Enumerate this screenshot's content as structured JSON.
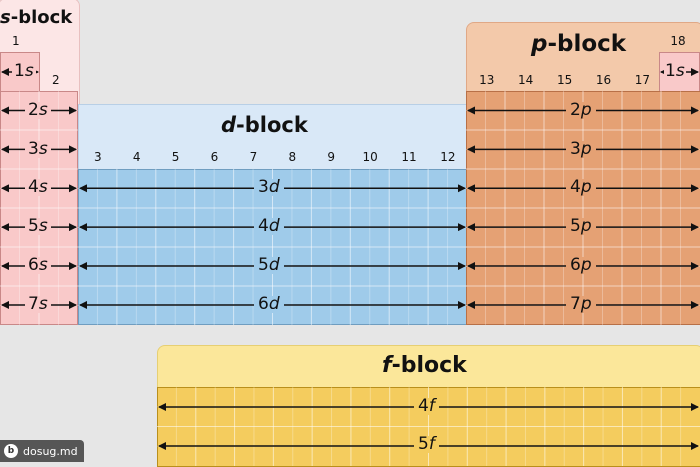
{
  "colors": {
    "s_fill": "#f9c9c9",
    "s_border": "#c98888",
    "s_header": "#fce6e6",
    "d_fill": "#9fcbea",
    "d_border": "#6f9dc0",
    "d_header": "#d9e8f7",
    "p_fill": "#e5a174",
    "p_border": "#b87047",
    "p_header": "#f3c9aa",
    "f_fill": "#f4cc5e",
    "f_border": "#b98f1b",
    "f_header": "#fbe79a"
  },
  "blocks": {
    "s": {
      "title_letter": "s",
      "title_rest": "-block",
      "columns": [
        "1",
        "2"
      ]
    },
    "d": {
      "title_letter": "d",
      "title_rest": "-block",
      "columns": [
        "3",
        "4",
        "5",
        "6",
        "7",
        "8",
        "9",
        "10",
        "11",
        "12"
      ]
    },
    "p": {
      "title_letter": "p",
      "title_rest": "-block",
      "columns": [
        "13",
        "14",
        "15",
        "16",
        "17",
        "18"
      ]
    },
    "f": {
      "title_letter": "f",
      "title_rest": "-block"
    }
  },
  "orbitals": {
    "s1": {
      "n": "1",
      "l": "s"
    },
    "s2": {
      "n": "2",
      "l": "s"
    },
    "s3": {
      "n": "3",
      "l": "s"
    },
    "s4": {
      "n": "4",
      "l": "s"
    },
    "s5": {
      "n": "5",
      "l": "s"
    },
    "s6": {
      "n": "6",
      "l": "s"
    },
    "s7": {
      "n": "7",
      "l": "s"
    },
    "d3": {
      "n": "3",
      "l": "d"
    },
    "d4": {
      "n": "4",
      "l": "d"
    },
    "d5": {
      "n": "5",
      "l": "d"
    },
    "d6": {
      "n": "6",
      "l": "d"
    },
    "p_he": {
      "n": "1",
      "l": "s"
    },
    "p2": {
      "n": "2",
      "l": "p"
    },
    "p3": {
      "n": "3",
      "l": "p"
    },
    "p4": {
      "n": "4",
      "l": "p"
    },
    "p5": {
      "n": "5",
      "l": "p"
    },
    "p6": {
      "n": "6",
      "l": "p"
    },
    "p7": {
      "n": "7",
      "l": "p"
    },
    "f4": {
      "n": "4",
      "l": "f"
    },
    "f5": {
      "n": "5",
      "l": "f"
    }
  },
  "watermark": {
    "logo": "b",
    "text": "dosug.md"
  }
}
